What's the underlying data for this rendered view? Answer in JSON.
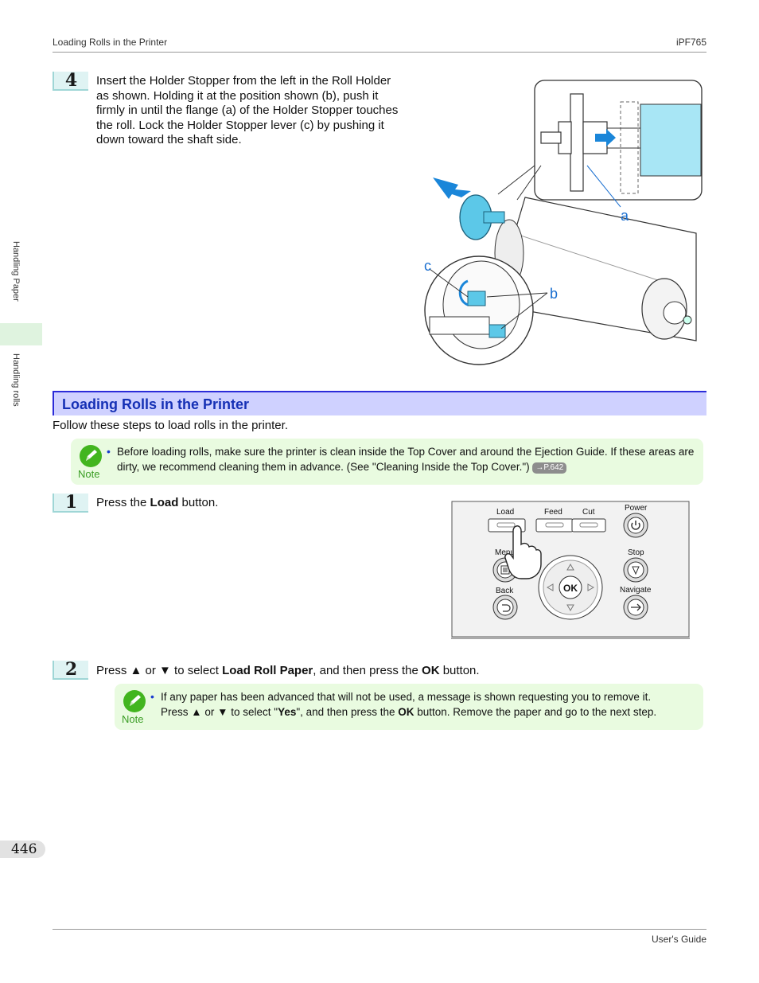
{
  "header": {
    "left": "Loading Rolls in the Printer",
    "right": "iPF765"
  },
  "footer": {
    "right": "User's Guide"
  },
  "page_number": "446",
  "side_tabs": {
    "upper": "Handling Paper",
    "lower": "Handling rolls"
  },
  "step4": {
    "number": "4",
    "lines": [
      "Insert the Holder Stopper from the left in the Roll Holder",
      "as shown. Holding it at the position shown (b), push it",
      "firmly in until the flange (a) of the Holder Stopper touches",
      "the roll. Lock the Holder Stopper lever (c) by pushing it",
      "down toward the shaft side."
    ],
    "callouts": {
      "a": "a",
      "b": "b",
      "c": "c"
    }
  },
  "section": {
    "title": "Loading Rolls in the Printer",
    "intro": "Follow these steps to load rolls in the printer."
  },
  "note1": {
    "label": "Note",
    "bullet": "•",
    "line1": "Before loading rolls, make sure the printer is clean inside the Top Cover and around the Ejection Guide. If these areas are",
    "line2": "dirty, we recommend cleaning them in advance.  (See \"Cleaning Inside the Top Cover.\")",
    "ref": "→P.642"
  },
  "step1": {
    "number": "1",
    "pre": "Press the ",
    "bold": "Load",
    "post": " button.",
    "panel": {
      "load": "Load",
      "feed": "Feed",
      "cut": "Cut",
      "power": "Power",
      "menu": "Menu",
      "stop": "Stop",
      "back": "Back",
      "navigate": "Navigate",
      "ok": "OK"
    }
  },
  "step2": {
    "number": "2",
    "pre": "Press ▲ or ▼ to select ",
    "bold1": "Load Roll Paper",
    "mid": ", and then press the ",
    "bold2": "OK",
    "post": " button."
  },
  "note2": {
    "label": "Note",
    "bullet": "•",
    "line1": "If any paper has been advanced that will not be used, a message is shown requesting you to remove it.",
    "l2_pre": "Press ▲ or ▼ to select \"",
    "l2_bold1": "Yes",
    "l2_mid": "\", and then press the ",
    "l2_bold2": "OK",
    "l2_post": " button. Remove the paper and go to the next step."
  },
  "colors": {
    "accent_blue": "#1530b5",
    "section_bg": "#cfd1ff",
    "note_bg": "#e9fbe0",
    "note_green": "#42b51f",
    "step_bg": "#dff3f3",
    "illustration_cyan": "#5cc8e8"
  }
}
